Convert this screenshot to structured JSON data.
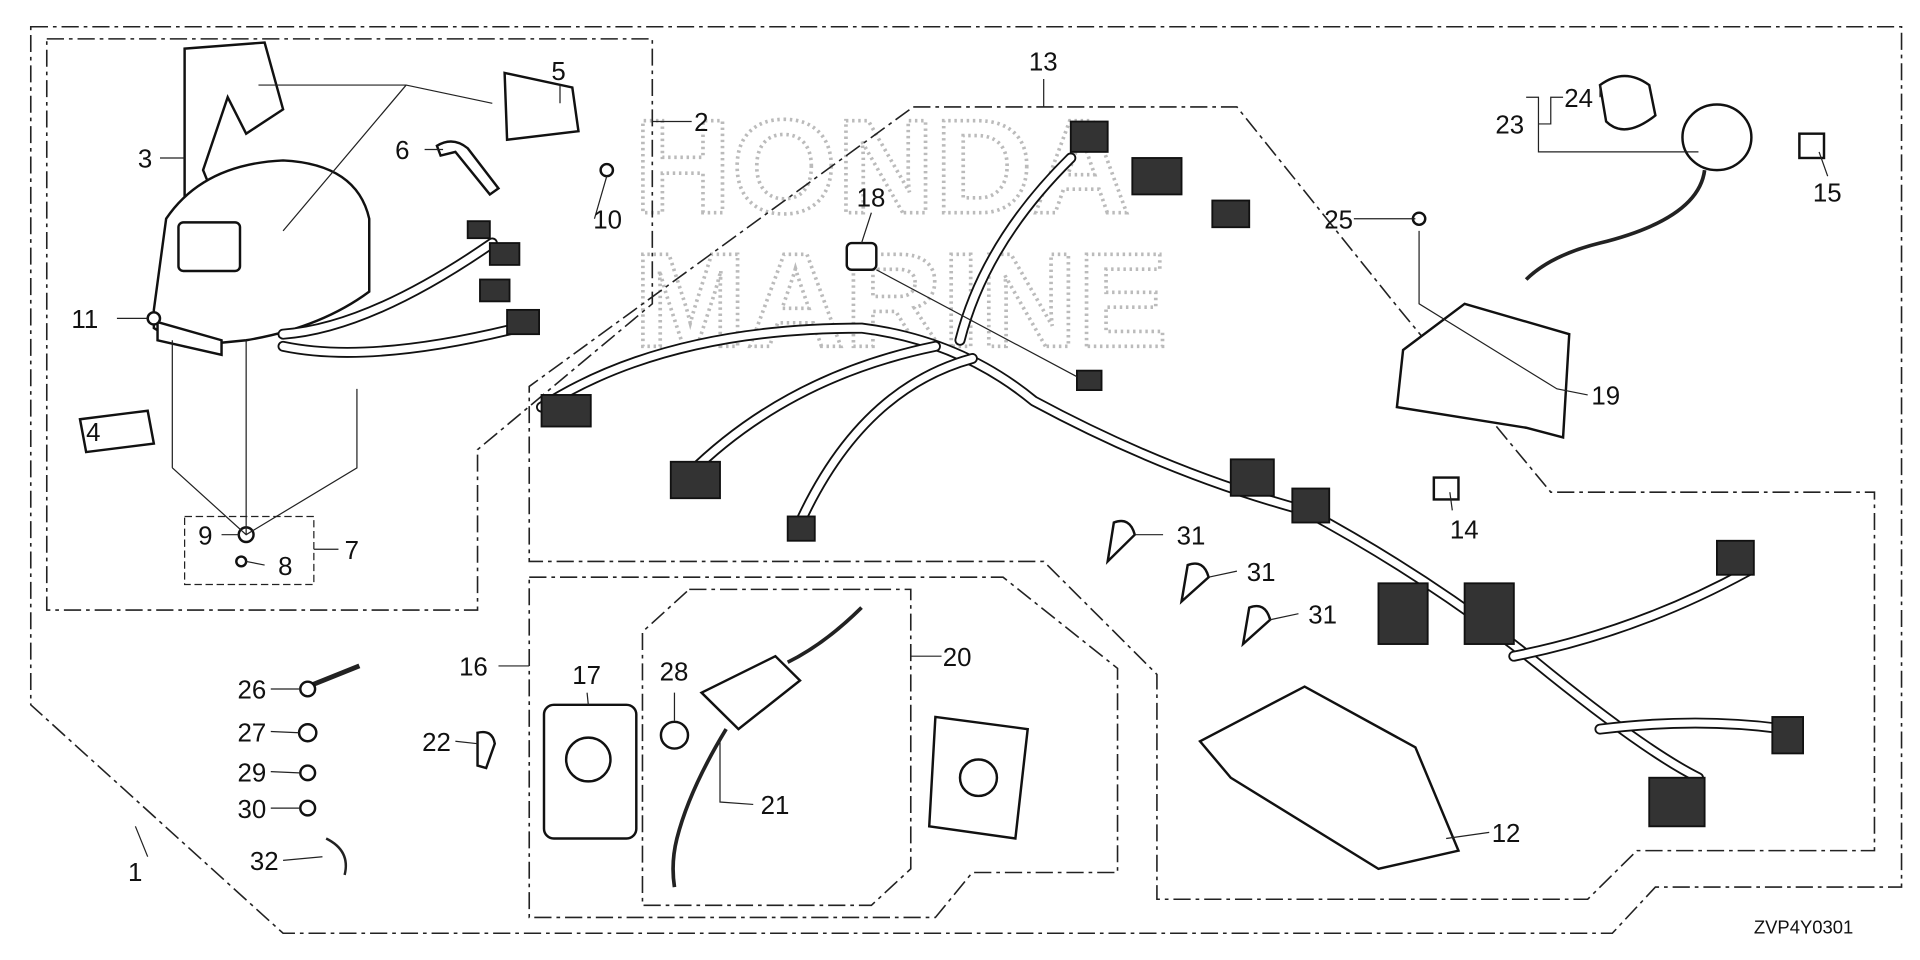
{
  "diagram": {
    "watermark": [
      "HONDA",
      "MARINE"
    ],
    "figure_code": "ZVP4Y0301",
    "callouts": {
      "c1": "1",
      "c2": "2",
      "c3": "3",
      "c4": "4",
      "c5": "5",
      "c6": "6",
      "c7": "7",
      "c8": "8",
      "c9": "9",
      "c10": "10",
      "c11": "11",
      "c12": "12",
      "c13": "13",
      "c14": "14",
      "c15": "15",
      "c16": "16",
      "c17": "17",
      "c18": "18",
      "c19": "19",
      "c20": "20",
      "c21": "21",
      "c22": "22",
      "c23": "23",
      "c24": "24",
      "c25": "25",
      "c26": "26",
      "c27": "27",
      "c28": "28",
      "c29": "29",
      "c30": "30",
      "c31a": "31",
      "c31b": "31",
      "c31c": "31",
      "c32": "32"
    }
  }
}
